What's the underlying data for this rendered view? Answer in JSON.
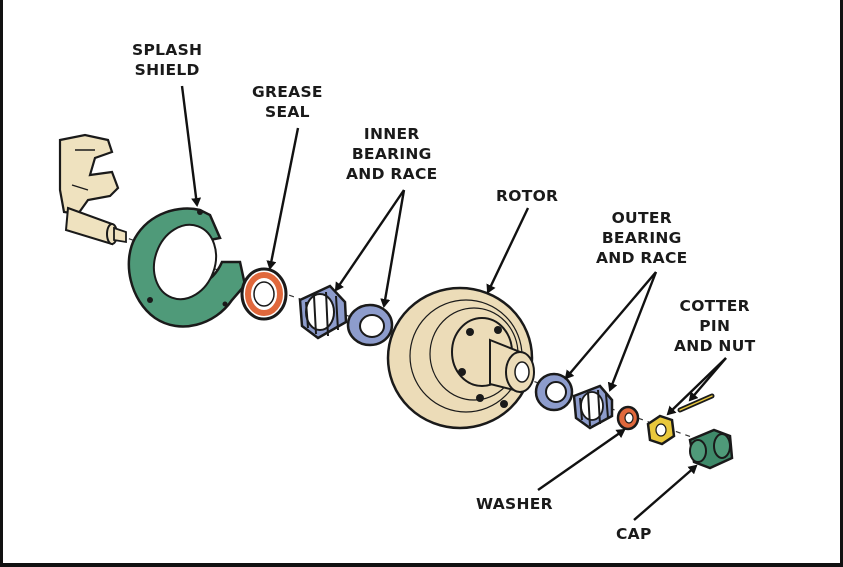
{
  "labels": {
    "splash_shield": [
      "SPLASH",
      "SHIELD"
    ],
    "grease_seal": [
      "GREASE",
      "SEAL"
    ],
    "inner_bearing": [
      "INNER",
      "BEARING",
      "AND RACE"
    ],
    "rotor": [
      "ROTOR"
    ],
    "outer_bearing": [
      "OUTER",
      "BEARING",
      "AND RACE"
    ],
    "cotter_pin": [
      "COTTER",
      "PIN",
      "AND NUT"
    ],
    "washer": [
      "WASHER"
    ],
    "cap": [
      "CAP"
    ]
  },
  "colors": {
    "shield_green": "#4f9a79",
    "seal_orange": "#e0683c",
    "bearing_blue": "#8d9ccc",
    "rotor_beige": "#ecdcb8",
    "nut_yellow": "#e9c83c",
    "cap_green": "#3f8a6a",
    "knuckle_cream": "#efe2bf",
    "outline": "#1a1a1a"
  }
}
